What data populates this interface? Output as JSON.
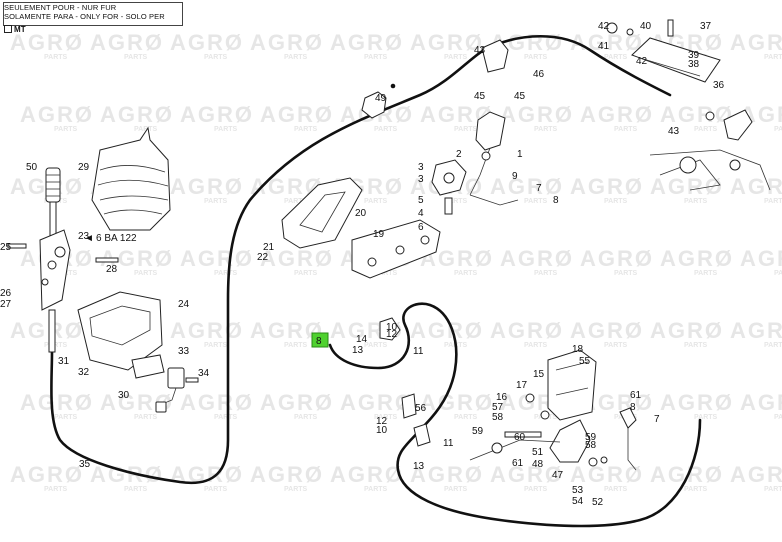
{
  "header": {
    "line1": "SEULEMENT POUR - NUR FUR",
    "line2": "SOLAMENTE PARA - ONLY FOR - SOLO PER",
    "variant": "MT"
  },
  "watermark": {
    "brand": "AGRØ",
    "sub": "PARTS"
  },
  "reference": {
    "label": "8"
  },
  "note": {
    "arrow": "◄",
    "text": "6 BA 122"
  },
  "callouts": [
    "1",
    "2",
    "3",
    "3",
    "4",
    "5",
    "6",
    "7",
    "8",
    "9",
    "10",
    "10",
    "11",
    "11",
    "12",
    "12",
    "13",
    "13",
    "14",
    "15",
    "16",
    "17",
    "18",
    "19",
    "20",
    "21",
    "22",
    "23",
    "24",
    "25",
    "26",
    "27",
    "28",
    "29",
    "30",
    "31",
    "32",
    "33",
    "34",
    "35",
    "36",
    "37",
    "38",
    "39",
    "40",
    "41",
    "42",
    "42",
    "43",
    "43",
    "45",
    "45",
    "46",
    "47",
    "48",
    "49",
    "50",
    "51",
    "52",
    "53",
    "54",
    "55",
    "56",
    "57",
    "58",
    "58",
    "59",
    "59",
    "60",
    "61",
    "61",
    "7",
    "8",
    "9"
  ]
}
